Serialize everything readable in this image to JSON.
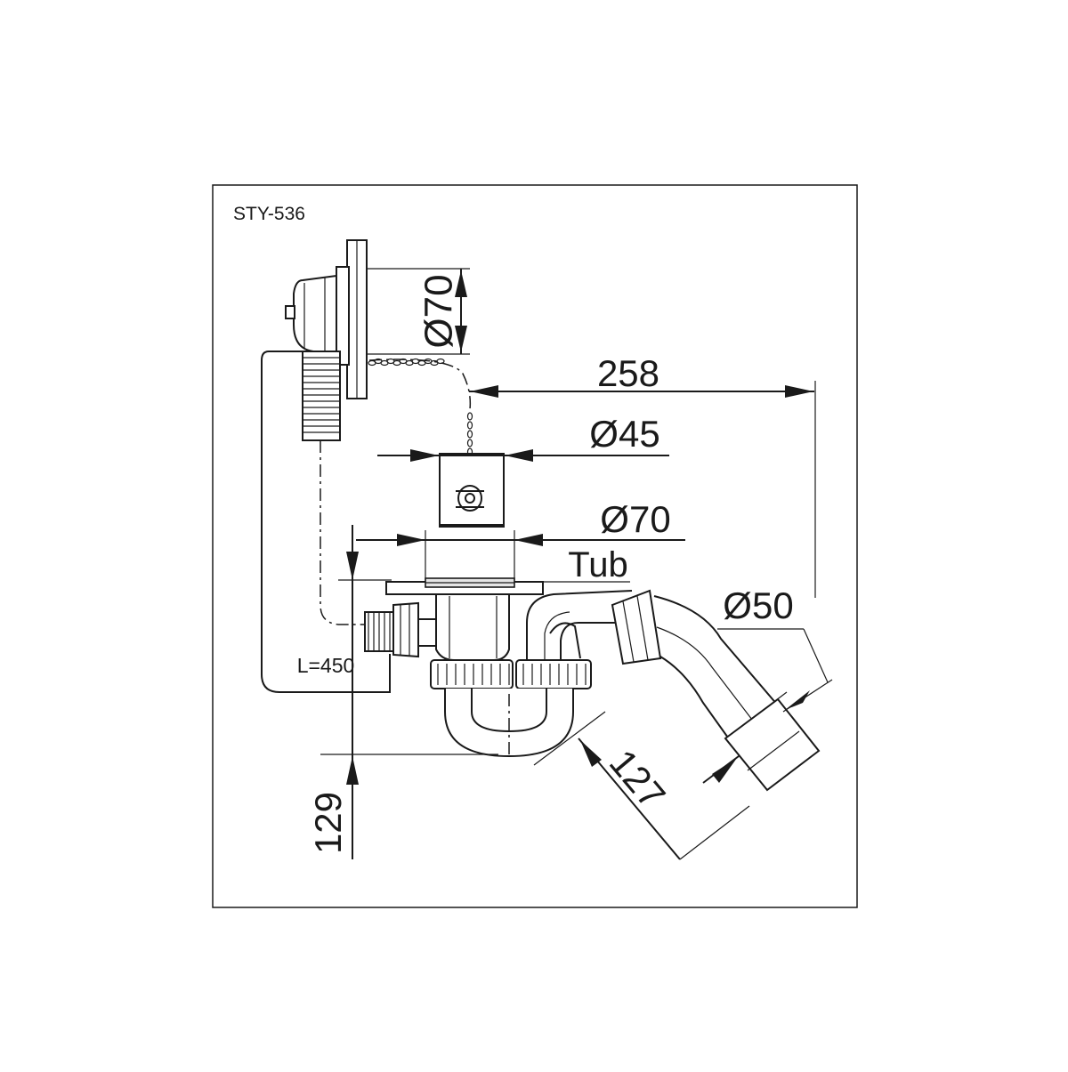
{
  "model": "STY-536",
  "dimensions": {
    "overflow_diameter": "Ø70",
    "length_258": "258",
    "plug_diameter": "Ø45",
    "drain_diameter": "Ø70",
    "tub_label": "Tub",
    "outlet_diameter": "Ø50",
    "hose_length": "L=450",
    "outlet_length": "127",
    "height": "129"
  },
  "colors": {
    "line": "#1a1a1a",
    "background": "#ffffff",
    "fill_light": "#e6e6e6"
  }
}
